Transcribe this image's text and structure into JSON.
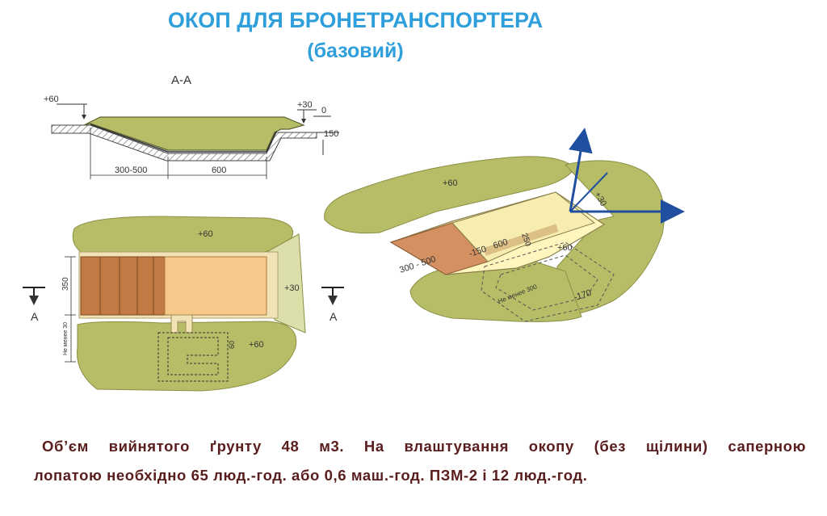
{
  "title": {
    "line1": "ОКОП ДЛЯ БРОНЕТРАНСПОРТЕРА",
    "line2": "(базовий)"
  },
  "section": {
    "label": "А-А",
    "level_plus60": "+60",
    "level_plus30": "+30",
    "level_zero": "0",
    "depth_150": "150",
    "dim_ramp": "300-500",
    "dim_pit": "600"
  },
  "plan": {
    "label_top": "+60",
    "label_right": "+30",
    "label_bottom": "+60",
    "dim_width": "350",
    "dim_min": "Не менее 30",
    "dim_slot": "60",
    "cut_left": "А",
    "cut_right": "А"
  },
  "perspective": {
    "label_top": "+60",
    "label_axis": "+30",
    "label_ramp": "300 - 500",
    "label_depth": "-150",
    "label_600": "600",
    "label_250": "250",
    "label_plus60": "+60",
    "label_min": "Не менее 300",
    "label_170": "-170"
  },
  "caption": {
    "line1": "Об’єм вийнятого ґрунту 48 м3. На влаштування окопу (без щілини) саперною",
    "line2": "лопатою  необхідно 65 люд.-год. або 0,6 маш.-год. ПЗМ-2 і 12 люд.-год."
  },
  "colors": {
    "title": "#2f9fdc",
    "caption": "#5a1d1d",
    "soil": "#b7bd66",
    "pit_floor": "#f6e1a6",
    "ramp": "#d08c55",
    "arrow": "#1f4f9e"
  }
}
